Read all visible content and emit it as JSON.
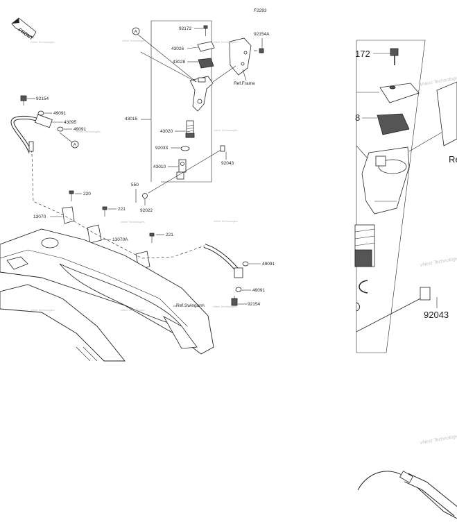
{
  "figure_code": "F2293",
  "front_label": "FRONT",
  "watermark": "vNext Technologies",
  "callouts": {
    "p92172": "92172",
    "p92154A": "92154A",
    "p43026": "43026",
    "p43028": "43028",
    "ref_frame": "Ref.Frame",
    "circle_a": "A",
    "p43015": "43015",
    "p43020": "43020",
    "p92033": "92033",
    "p43010": "43010",
    "p92043": "92043",
    "p550": "550",
    "p92022": "92022",
    "p92154": "92154",
    "p49091": "49091",
    "p43095": "43095",
    "p220": "220",
    "p221": "221",
    "p13070": "13070",
    "p13070A": "13070A",
    "ref_swingarm": "Ref.Swingarm"
  },
  "zoom": {
    "p172": "172",
    "p8": "8",
    "p92043": "92043",
    "ref_cut": "Re"
  }
}
